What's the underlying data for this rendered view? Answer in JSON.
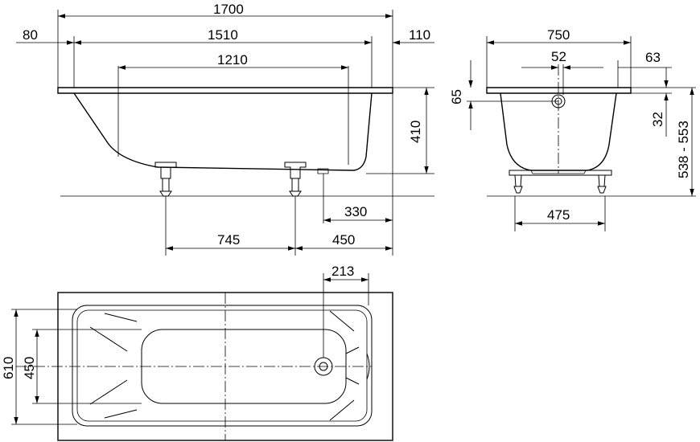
{
  "side_view": {
    "dim_overall_length": "1700",
    "dim_left_rim": "80",
    "dim_inner_length": "1510",
    "dim_right_rim": "110",
    "dim_bottom_length": "1210",
    "dim_depth": "410",
    "dim_drain_offset": "330",
    "dim_leg_spacing": "745",
    "dim_leg_offset": "450"
  },
  "end_view": {
    "dim_width": "750",
    "dim_overflow_spacing": "52",
    "dim_rim_right": "63",
    "dim_overflow_height": "65",
    "dim_rim_offset": "32",
    "dim_total_height": "538 - 553",
    "dim_leg_width": "475"
  },
  "top_view": {
    "dim_drain_position": "213",
    "dim_outer_width": "610",
    "dim_inner_width": "450"
  }
}
